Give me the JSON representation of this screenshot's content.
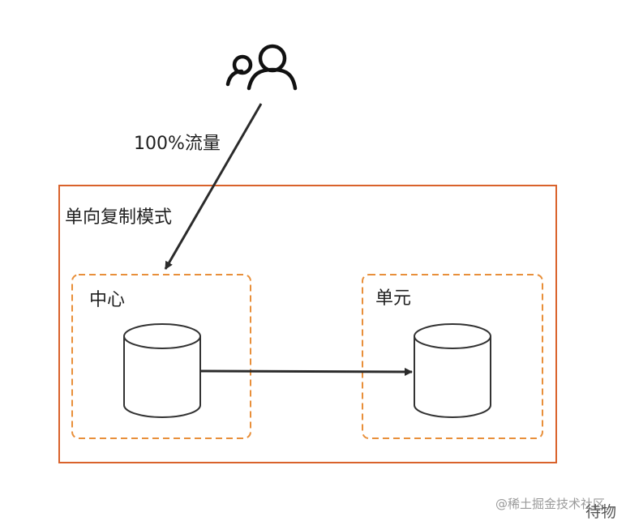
{
  "diagram": {
    "traffic_label": "100%流量",
    "outer_title": "单向复制模式",
    "center_title": "中心",
    "unit_title": "单元"
  },
  "watermark": "@稀土掘金技术社区",
  "corner_text": "待物",
  "colors": {
    "outer_border": "#d9622b",
    "inner_dashed": "#e88f3a",
    "stroke": "#333333",
    "arrow": "#2b2b2b"
  },
  "icons": {
    "users": "users-icon",
    "center_db": "database-cylinder-icon",
    "unit_db": "database-cylinder-icon"
  }
}
